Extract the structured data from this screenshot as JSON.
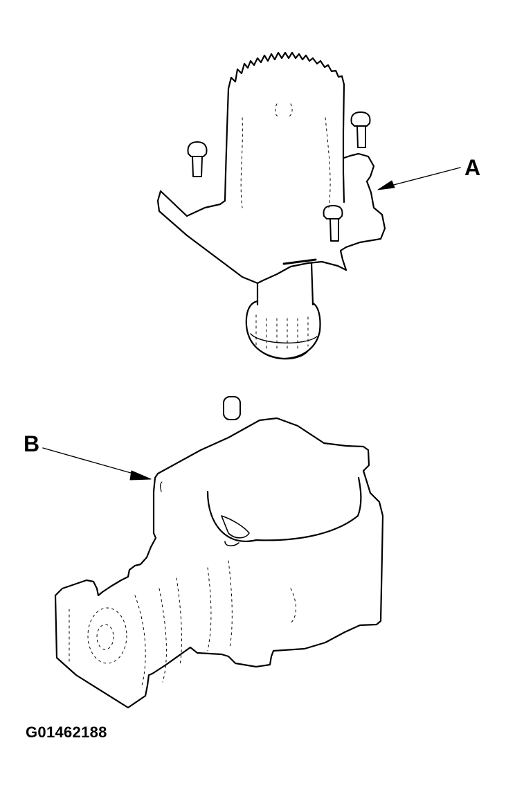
{
  "diagram": {
    "type": "exploded-parts-illustration",
    "callouts": [
      {
        "id": "A",
        "label": "A",
        "target": "upper-gear-housing-with-bolts"
      },
      {
        "id": "B",
        "label": "B",
        "target": "lower-gearbox-housing"
      }
    ],
    "figure_id": "G01462188",
    "colors": {
      "line": "#000000",
      "background": "#ffffff"
    }
  }
}
